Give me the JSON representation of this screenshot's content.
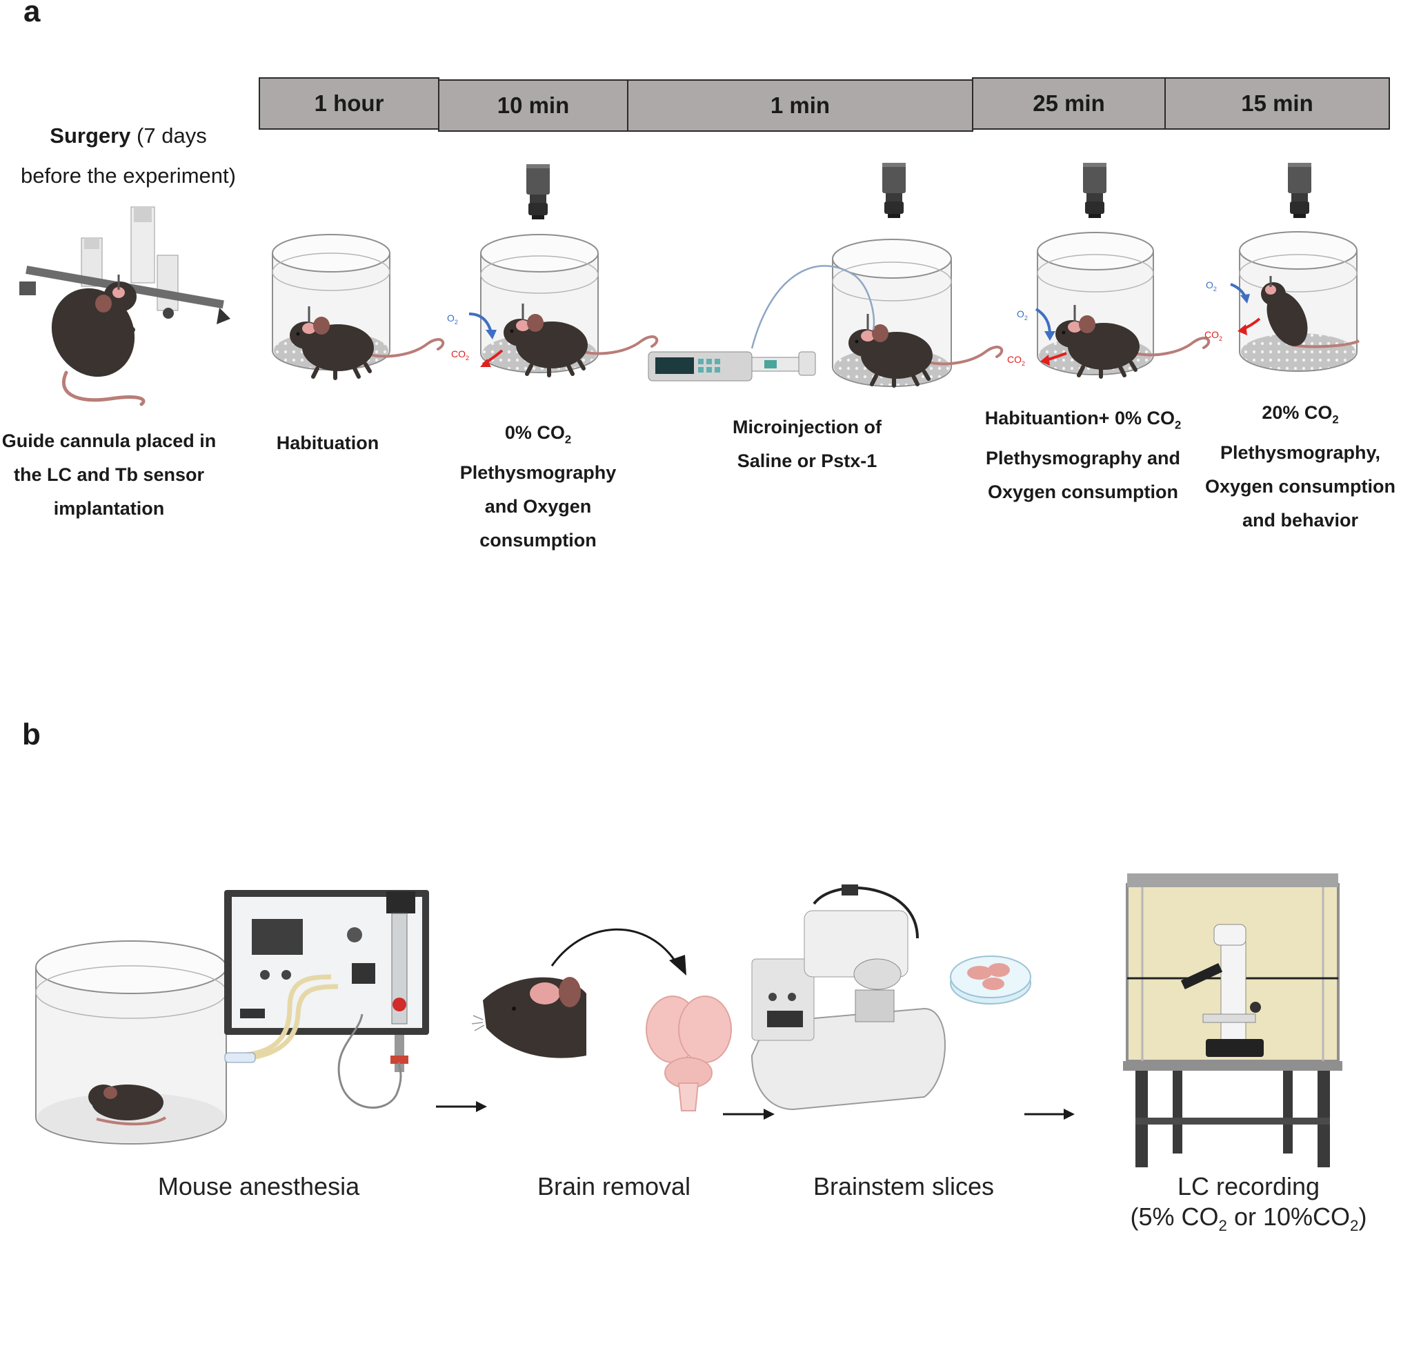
{
  "panel_a": {
    "label": "a",
    "timeline": [
      "1 hour",
      "10 min",
      "1 min",
      "25 min",
      "15 min"
    ],
    "surgery": {
      "title": "Surgery",
      "title_rest": " (7 days",
      "line2": "before the experiment)",
      "caption": [
        "Guide cannula placed in",
        "the LC and Tb sensor",
        "implantation"
      ]
    },
    "steps": [
      {
        "lines": [
          "Habituation"
        ]
      },
      {
        "first_prefix": "0% CO",
        "first_sub": "2",
        "lines": [
          "Plethysmography",
          "and Oxygen",
          "consumption"
        ]
      },
      {
        "lines": [
          "Microinjection of",
          "Saline or Pstx-1"
        ]
      },
      {
        "first_prefix": "Habituantion+ 0% CO",
        "first_sub": "2",
        "lines": [
          "Plethysmography and",
          "Oxygen consumption"
        ]
      },
      {
        "first_prefix": "20% CO",
        "first_sub": "2",
        "lines": [
          "Plethysmography,",
          "Oxygen consumption",
          "and behavior"
        ]
      }
    ],
    "gas_labels": {
      "o2": "O",
      "co2": "CO",
      "sub": "2"
    },
    "colors": {
      "o2_arrow": "#3e6fc4",
      "co2_arrow": "#e01f1f",
      "timebar": "#ada9a8",
      "mouse": "#3a3330"
    }
  },
  "panel_b": {
    "label": "b",
    "steps": [
      "Mouse anesthesia",
      "Brain removal",
      "Brainstem slices"
    ],
    "lc": {
      "line1": "LC recording",
      "line2_a": "(5% CO",
      "line2_sub1": "2",
      "line2_b": " or 10%CO",
      "line2_sub2": "2",
      "line2_c": ")"
    }
  }
}
